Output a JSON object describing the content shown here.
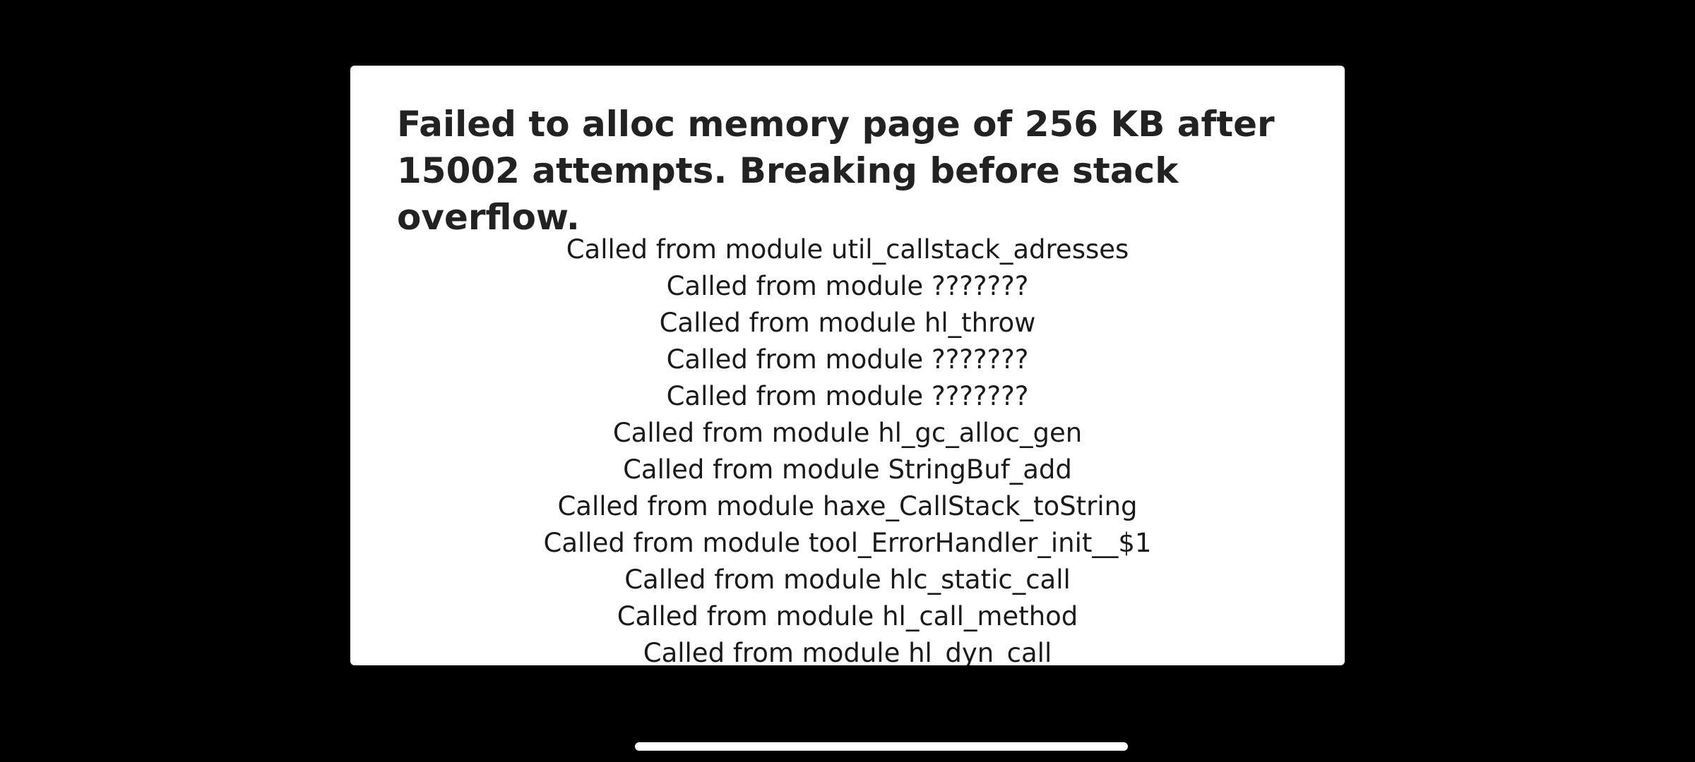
{
  "dialog": {
    "title": "Failed to alloc memory page of 256 KB after 15002 attempts. Breaking before stack overflow.",
    "stack_lines": [
      "Called from module util_callstack_adresses",
      "Called from module ???????",
      "Called from module hl_throw",
      "Called from module ???????",
      "Called from module ???????",
      "Called from module hl_gc_alloc_gen",
      "Called from module StringBuf_add",
      "Called from module haxe_CallStack_toString",
      "Called from module tool_ErrorHandler_init__$1",
      "Called from module hlc_static_call",
      "Called from module hl_call_method",
      "Called from module hl_dyn_call"
    ]
  },
  "colors": {
    "background": "#000000",
    "dialog_background": "#ffffff",
    "text": "#222222"
  }
}
